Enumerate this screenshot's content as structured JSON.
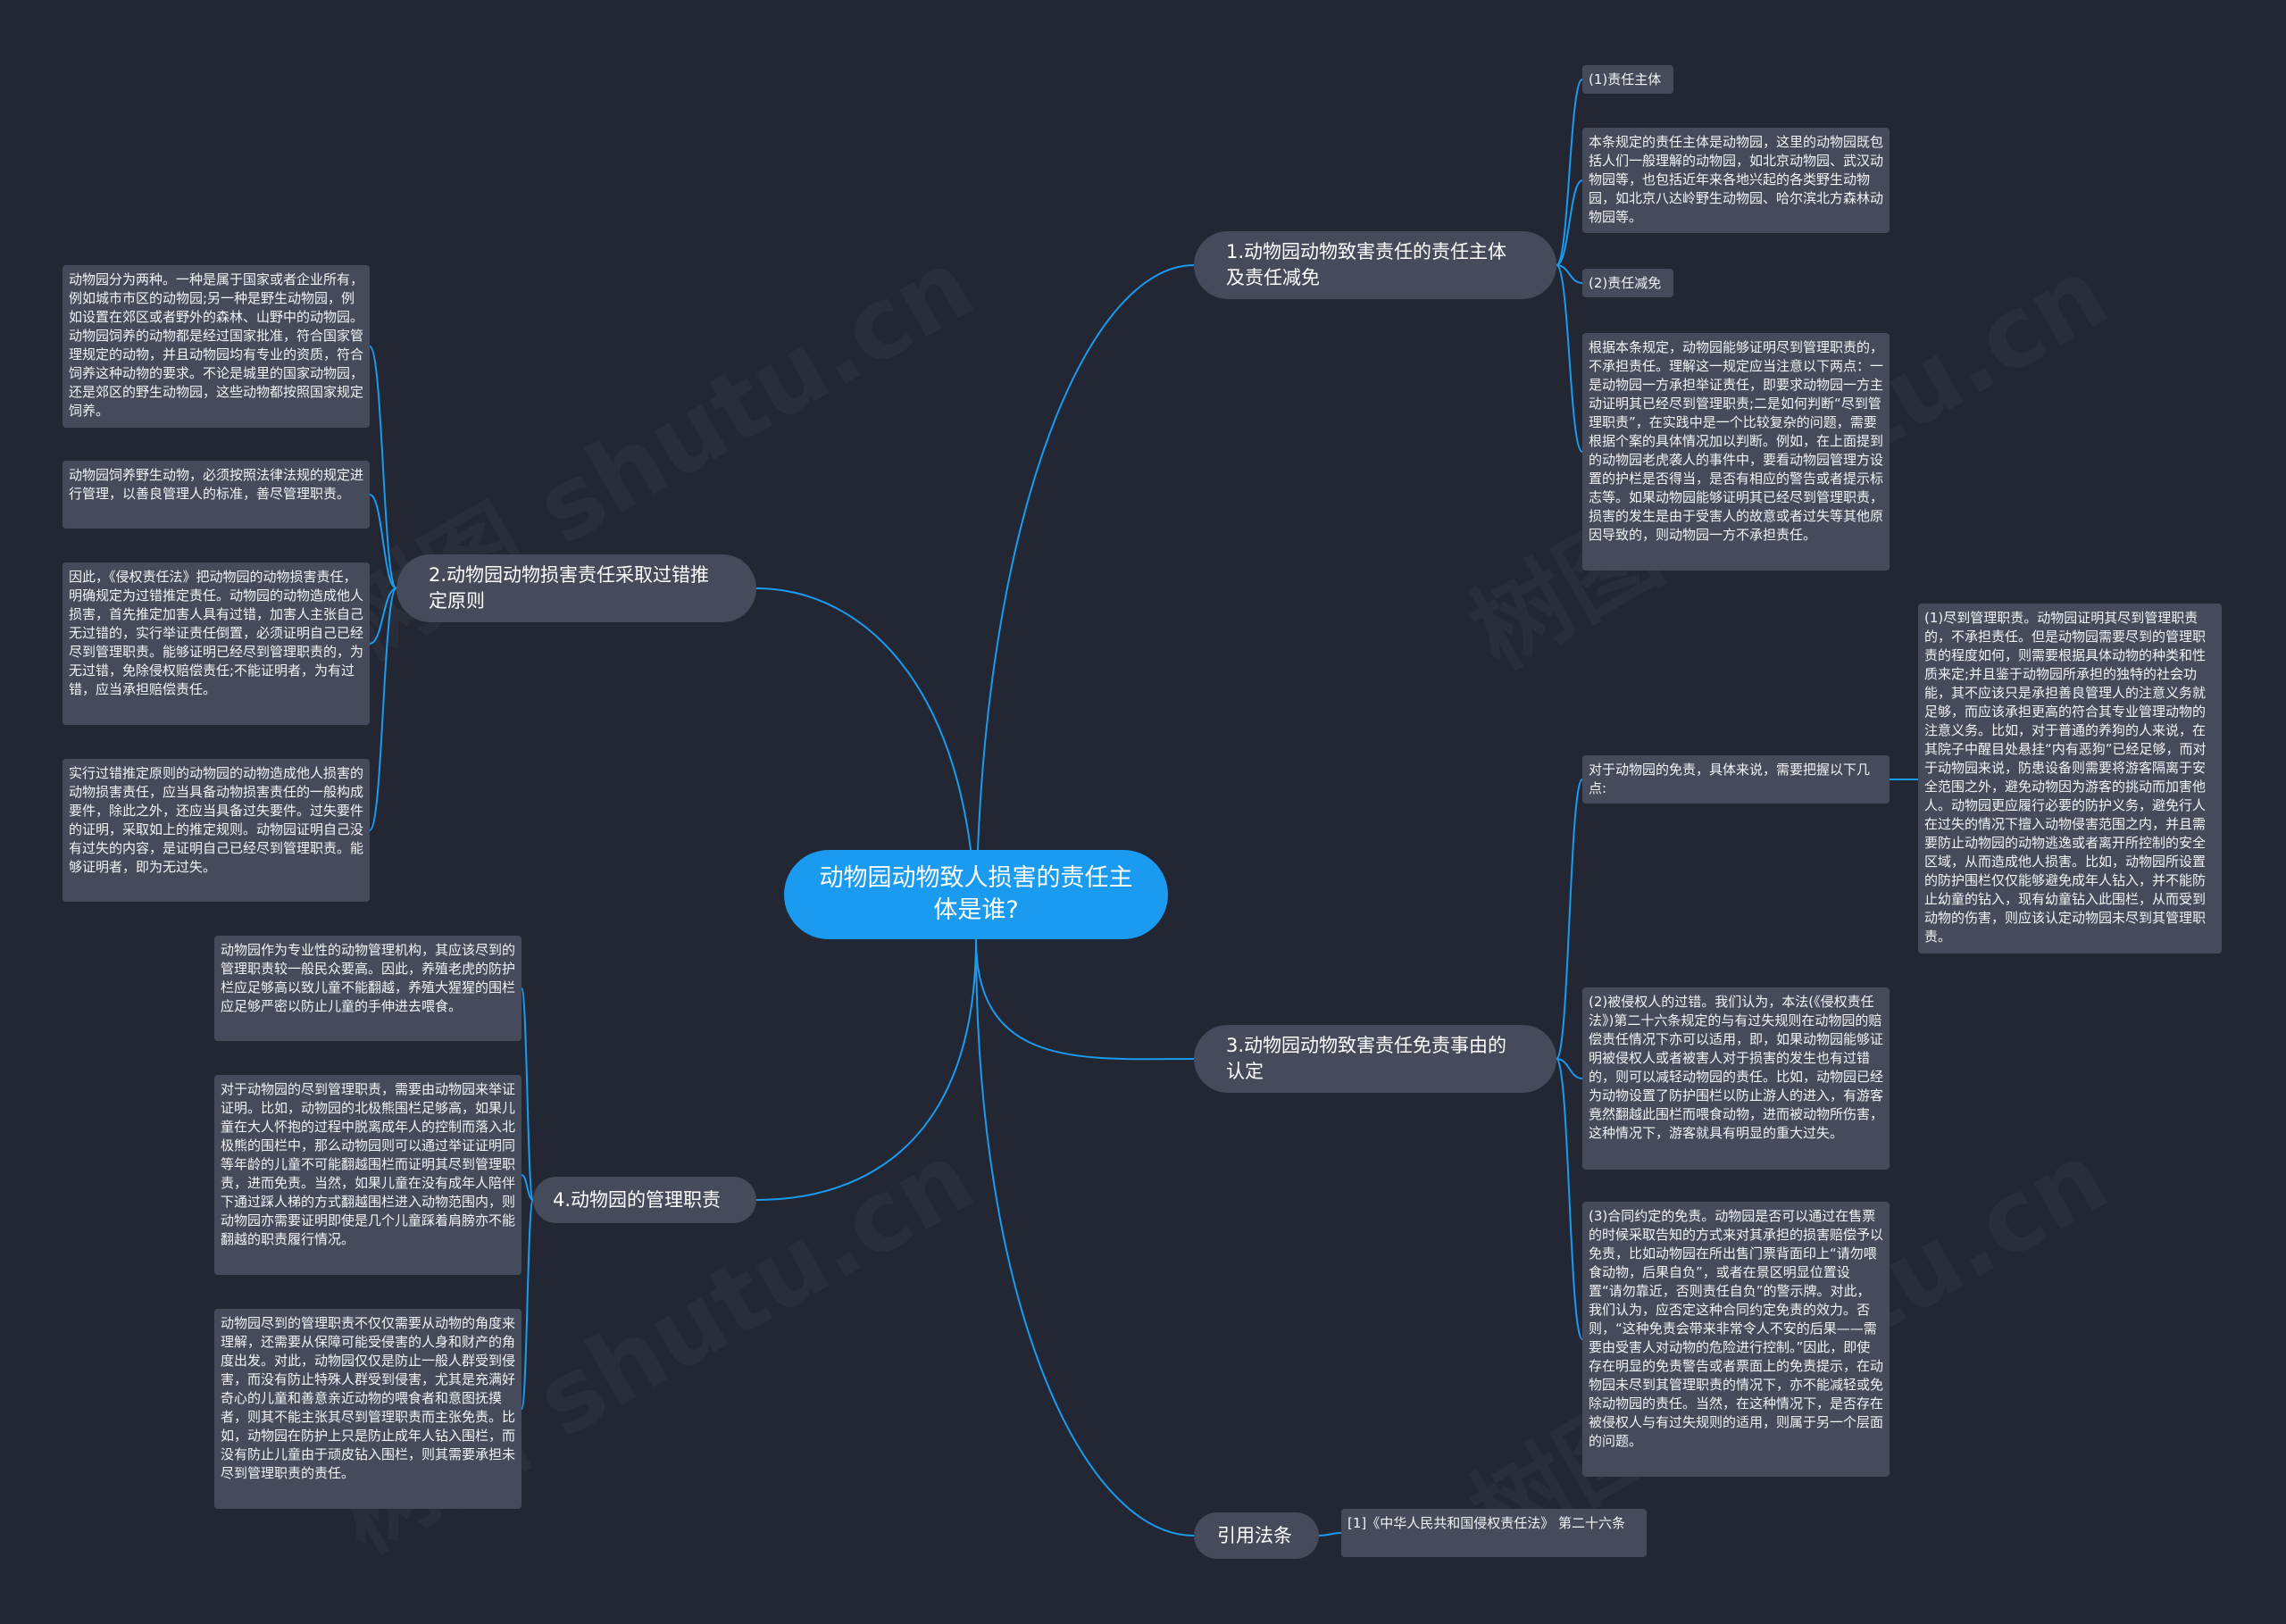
{
  "root": {
    "title": "动物园动物致人损害的责任主体是谁?"
  },
  "branches": {
    "b1": {
      "label": "1.动物园动物致害责任的责任主体及责任减免"
    },
    "b2": {
      "label": "2.动物园动物损害责任采取过错推定原则"
    },
    "b3": {
      "label": "3.动物园动物致害责任免责事由的认定"
    },
    "b4": {
      "label": "4.动物园的管理职责"
    },
    "b5": {
      "label": "引用法条"
    }
  },
  "leaves": {
    "b1_1": "(1)责任主体",
    "b1_2": "本条规定的责任主体是动物园，这里的动物园既包括人们一般理解的动物园，如北京动物园、武汉动物园等，也包括近年来各地兴起的各类野生动物园，如北京八达岭野生动物园、哈尔滨北方森林动物园等。",
    "b1_3": "(2)责任减免",
    "b1_4": "根据本条规定，动物园能够证明尽到管理职责的，不承担责任。理解这一规定应当注意以下两点：一是动物园一方承担举证责任，即要求动物园一方主动证明其已经尽到管理职责;二是如何判断“尽到管理职责”，在实践中是一个比较复杂的问题，需要根据个案的具体情况加以判断。例如，在上面提到的动物园老虎袭人的事件中，要看动物园管理方设置的护栏是否得当，是否有相应的警告或者提示标志等。如果动物园能够证明其已经尽到管理职责，损害的发生是由于受害人的故意或者过失等其他原因导致的，则动物园一方不承担责任。",
    "b2_1": "动物园分为两种。一种是属于国家或者企业所有，例如城市市区的动物园;另一种是野生动物园，例如设置在郊区或者野外的森林、山野中的动物园。动物园饲养的动物都是经过国家批准，符合国家管理规定的动物，并且动物园均有专业的资质，符合饲养这种动物的要求。不论是城里的国家动物园，还是郊区的野生动物园，这些动物都按照国家规定饲养。",
    "b2_2": "动物园饲养野生动物，必须按照法律法规的规定进行管理，以善良管理人的标准，善尽管理职责。",
    "b2_3": "因此，《侵权责任法》把动物园的动物损害责任，明确规定为过错推定责任。动物园的动物造成他人损害，首先推定加害人具有过错，加害人主张自己无过错的，实行举证责任倒置，必须证明自己已经尽到管理职责。能够证明已经尽到管理职责的，为无过错，免除侵权赔偿责任;不能证明者，为有过错，应当承担赔偿责任。",
    "b2_4": "实行过错推定原则的动物园的动物造成他人损害的动物损害责任，应当具备动物损害责任的一般构成要件，除此之外，还应当具备过失要件。过失要件的证明，采取如上的推定规则。动物园证明自己没有过失的内容，是证明自己已经尽到管理职责。能够证明者，即为无过失。",
    "b3_1": "对于动物园的免责，具体来说，需要把握以下几点:",
    "b3_1_1": "(1)尽到管理职责。动物园证明其尽到管理职责的，不承担责任。但是动物园需要尽到的管理职责的程度如何，则需要根据具体动物的种类和性质来定;并且鉴于动物园所承担的独特的社会功能，其不应该只是承担善良管理人的注意义务就足够，而应该承担更高的符合其专业管理动物的注意义务。比如，对于普通的养狗的人来说，在其院子中醒目处悬挂“内有恶狗”已经足够，而对于动物园来说，防患设备则需要将游客隔离于安全范围之外，避免动物因为游客的挑动而加害他人。动物园更应履行必要的防护义务，避免行人在过失的情况下擅入动物侵害范围之内，并且需要防止动物园的动物逃逸或者离开所控制的安全区域，从而造成他人损害。比如，动物园所设置的防护围栏仅仅能够避免成年人钻入，并不能防止幼童的钻入，现有幼童钻入此围栏，从而受到动物的伤害，则应该认定动物园未尽到其管理职责。",
    "b3_2": "(2)被侵权人的过错。我们认为，本法(《侵权责任法》)第二十六条规定的与有过失规则在动物园的赔偿责任情况下亦可以适用，即，如果动物园能够证明被侵权人或者被害人对于损害的发生也有过错的，则可以减轻动物园的责任。比如，动物园已经为动物设置了防护围栏以防止游人的进入，有游客竟然翻越此围栏而喂食动物，进而被动物所伤害，这种情况下，游客就具有明显的重大过失。",
    "b3_3": "(3)合同约定的免责。动物园是否可以通过在售票的时候采取告知的方式来对其承担的损害赔偿予以免责，比如动物园在所出售门票背面印上“请勿喂食动物，后果自负”，或者在景区明显位置设置“请勿靠近，否则责任自负”的警示牌。对此，我们认为，应否定这种合同约定免责的效力。否则，“这种免责会带来非常令人不安的后果——需要由受害人对动物的危险进行控制。”因此，即使存在明显的免责警告或者票面上的免责提示，在动物园未尽到其管理职责的情况下，亦不能减轻或免除动物园的责任。当然，在这种情况下，是否存在被侵权人与有过失规则的适用，则属于另一个层面的问题。",
    "b4_1": "动物园作为专业性的动物管理机构，其应该尽到的管理职责较一般民众要高。因此，养殖老虎的防护栏应足够高以致儿童不能翻越，养殖大猩猩的围栏应足够严密以防止儿童的手伸进去喂食。",
    "b4_2": "对于动物园的尽到管理职责，需要由动物园来举证证明。比如，动物园的北极熊围栏足够高，如果儿童在大人怀抱的过程中脱离成年人的控制而落入北极熊的围栏中，那么动物园则可以通过举证证明同等年龄的儿童不可能翻越围栏而证明其尽到管理职责，进而免责。当然，如果儿童在没有成年人陪伴下通过踩人梯的方式翻越围栏进入动物范围内，则动物园亦需要证明即使是几个儿童踩着肩膀亦不能翻越的职责履行情况。",
    "b4_3": "动物园尽到的管理职责不仅仅需要从动物的角度来理解，还需要从保障可能受侵害的人身和财产的角度出发。对此，动物园仅仅是防止一般人群受到侵害，而没有防止特殊人群受到侵害，尤其是充满好奇心的儿童和善意亲近动物的喂食者和意图抚摸者，则其不能主张其尽到管理职责而主张免责。比如，动物园在防护上只是防止成年人钻入围栏，而没有防止儿童由于顽皮钻入围栏，则其需要承担未尽到管理职责的责任。",
    "b5_1": "[1]《中华人民共和国侵权责任法》 第二十六条"
  },
  "colors": {
    "background": "#232733",
    "root": "#1a9bf0",
    "node": "#454b5b",
    "link": "#1a9bf0"
  }
}
